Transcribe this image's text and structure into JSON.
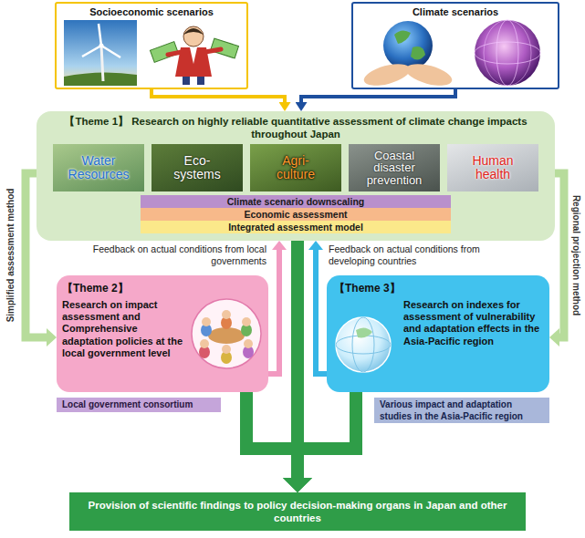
{
  "diagram": {
    "nodes": [
      {
        "text": [
          "Socioeconomic scenarios"
        ]
      },
      {
        "text": [
          "Climate scenarios"
        ]
      },
      {
        "text": [
          "【Theme 1】 Research on highly reliable quantitative assessment of climate change impacts throughout Japan"
        ]
      },
      {
        "text": [
          "Water Resources"
        ],
        "in": 2
      },
      {
        "text": [
          "Eco- systems"
        ],
        "in": 2
      },
      {
        "text": [
          "Agri- culture"
        ],
        "in": 2
      },
      {
        "text": [
          "Coastal disaster prevention"
        ],
        "in": 2
      },
      {
        "text": [
          "Human health"
        ],
        "in": 2
      },
      {
        "text": [
          "Climate scenario downscaling"
        ],
        "in": 2
      },
      {
        "text": [
          "Economic assessment"
        ],
        "in": 2
      },
      {
        "text": [
          "Integrated assessment model"
        ],
        "in": 2
      },
      {
        "text": [
          "【Theme 2】",
          "Research on impact assessment and Comprehensive adaptation policies at the local government level"
        ]
      },
      {
        "text": [
          "Local government consortium"
        ]
      },
      {
        "text": [
          "【Theme 3】",
          "Research on indexes for assessment of vulnerability and adaptation effects in the Asia-Pacific region"
        ]
      },
      {
        "text": [
          "Various impact and adaptation studies in the Asia-Pacific region"
        ]
      },
      {
        "text": [
          "Provision of scientific findings to policy decision-making organs in Japan and other countries"
        ]
      }
    ],
    "edges": [
      {
        "from": 0,
        "to": 2,
        "arrow": "to"
      },
      {
        "from": 1,
        "to": 2,
        "arrow": "to"
      },
      {
        "from": 2,
        "to": 11,
        "label": "Simplified assessment method",
        "arrow": "to"
      },
      {
        "from": 2,
        "to": 13,
        "label": "Regional projection method",
        "arrow": "to"
      },
      {
        "from": 11,
        "to": 2,
        "label": "Feedback on actual conditions from local governments",
        "arrow": "to"
      },
      {
        "from": 13,
        "to": 2,
        "label": "Feedback on actual conditions from developing countries",
        "arrow": "to"
      },
      {
        "from": 2,
        "to": 15,
        "arrow": "to"
      },
      {
        "from": 11,
        "to": 15,
        "arrow": "to"
      },
      {
        "from": 13,
        "to": 15,
        "arrow": "to"
      }
    ]
  }
}
